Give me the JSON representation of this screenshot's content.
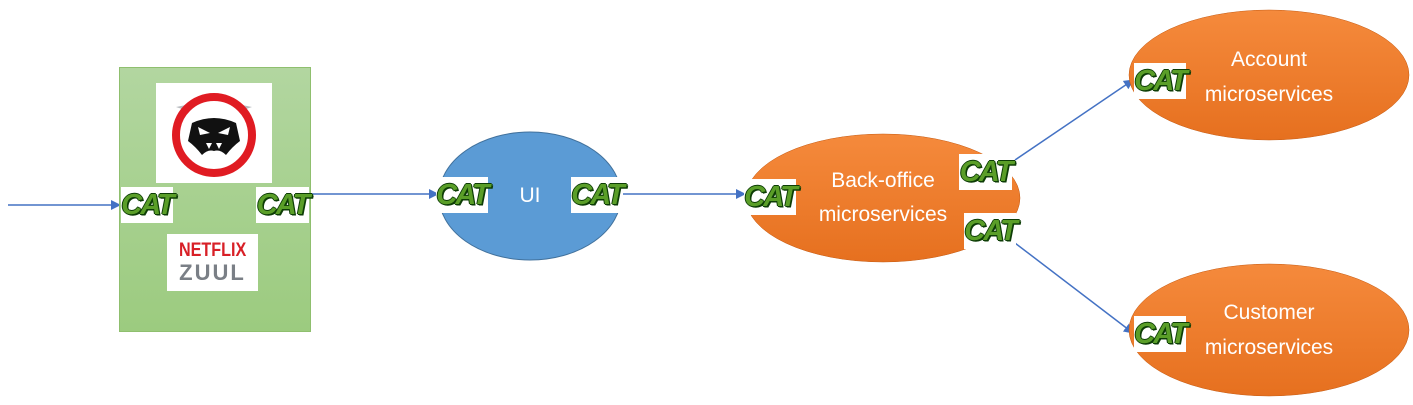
{
  "nodes": {
    "ui": {
      "label": "UI",
      "color": "#5b9bd5"
    },
    "back_office": {
      "label_line1": "Back-office",
      "label_line2": "microservices",
      "color": "#ed7d31"
    },
    "account": {
      "label_line1": "Account",
      "label_line2": "microservices",
      "color": "#ed7d31"
    },
    "customer": {
      "label_line1": "Customer",
      "label_line2": "microservices",
      "color": "#ed7d31"
    },
    "gateway": {
      "color": "#a9d18e"
    }
  },
  "logos": {
    "netflix": "NETFLIX",
    "zuul": "ZUUL"
  },
  "cat_badge": "CAT",
  "arrow_color": "#4472c4"
}
